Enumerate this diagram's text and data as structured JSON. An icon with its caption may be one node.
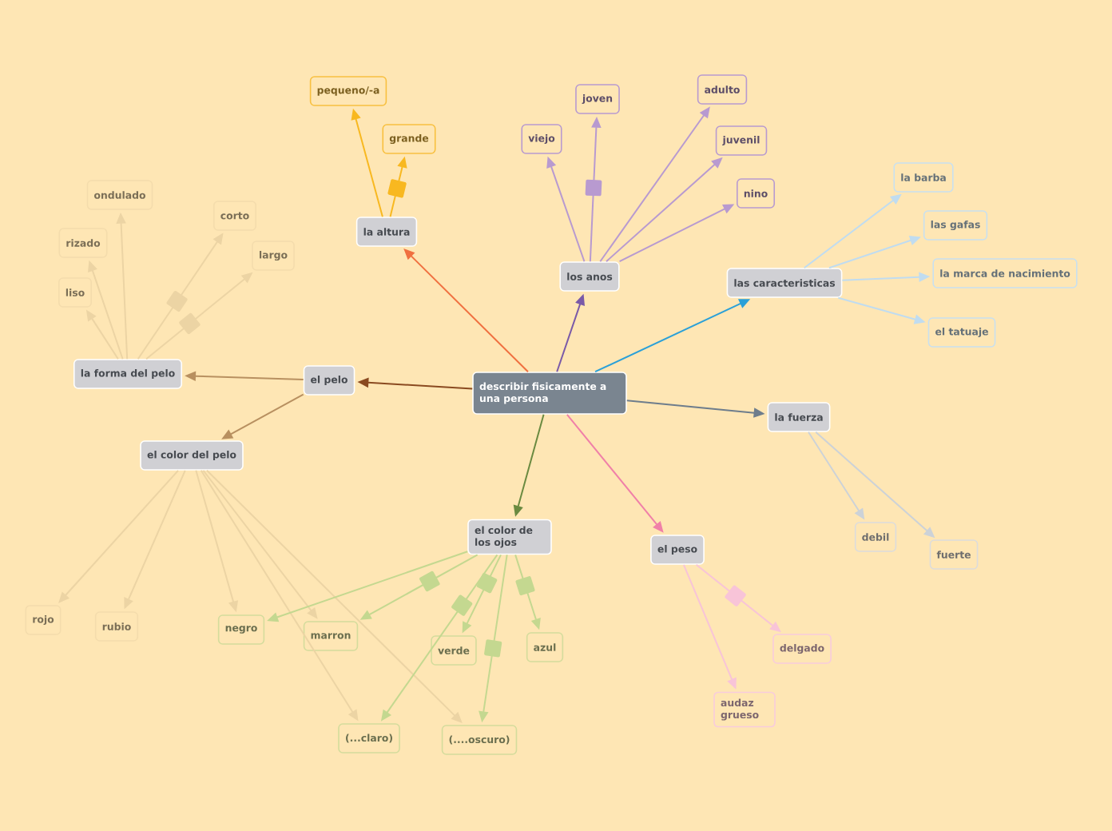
{
  "diagram": {
    "nodes": [
      {
        "text": [
          "describir fisicamente a una persona"
        ]
      },
      {
        "text": [
          "la altura"
        ]
      },
      {
        "text": [
          "pequeno/-a"
        ]
      },
      {
        "text": [
          "grande"
        ]
      },
      {
        "text": [
          "los anos"
        ]
      },
      {
        "text": [
          "viejo"
        ]
      },
      {
        "text": [
          "joven"
        ]
      },
      {
        "text": [
          "adulto"
        ]
      },
      {
        "text": [
          "juvenil"
        ]
      },
      {
        "text": [
          "nino"
        ]
      },
      {
        "text": [
          "las caracteristicas"
        ]
      },
      {
        "text": [
          "la barba"
        ]
      },
      {
        "text": [
          "las gafas"
        ]
      },
      {
        "text": [
          "la marca de nacimiento"
        ]
      },
      {
        "text": [
          "el tatuaje"
        ]
      },
      {
        "text": [
          "el pelo"
        ]
      },
      {
        "text": [
          "la forma del pelo"
        ]
      },
      {
        "text": [
          "liso"
        ]
      },
      {
        "text": [
          "rizado"
        ]
      },
      {
        "text": [
          "ondulado"
        ]
      },
      {
        "text": [
          "corto"
        ]
      },
      {
        "text": [
          "largo"
        ]
      },
      {
        "text": [
          "el color del pelo"
        ]
      },
      {
        "text": [
          "rojo"
        ]
      },
      {
        "text": [
          "rubio"
        ]
      },
      {
        "text": [
          "negro"
        ]
      },
      {
        "text": [
          "marron"
        ]
      },
      {
        "text": [
          "(...claro)"
        ]
      },
      {
        "text": [
          "(....oscuro)"
        ]
      },
      {
        "text": [
          "el color de los ojos"
        ]
      },
      {
        "text": [
          "verde"
        ]
      },
      {
        "text": [
          "azul"
        ]
      },
      {
        "text": [
          "la fuerza"
        ]
      },
      {
        "text": [
          "debil"
        ]
      },
      {
        "text": [
          "fuerte"
        ]
      },
      {
        "text": [
          "el peso"
        ]
      },
      {
        "text": [
          "delgado"
        ]
      },
      {
        "text": [
          "audaz grueso"
        ]
      }
    ],
    "edges": [
      {
        "from": 0,
        "to": 1,
        "arrow": "to",
        "color": "#f07040"
      },
      {
        "from": 0,
        "to": 4,
        "arrow": "to",
        "color": "#7a5aa8"
      },
      {
        "from": 0,
        "to": 10,
        "arrow": "to",
        "color": "#2aa0d8"
      },
      {
        "from": 0,
        "to": 32,
        "arrow": "to",
        "color": "#6e7d8c"
      },
      {
        "from": 0,
        "to": 35,
        "arrow": "to",
        "color": "#f080a8"
      },
      {
        "from": 0,
        "to": 29,
        "arrow": "to",
        "color": "#6a8a40"
      },
      {
        "from": 0,
        "to": 15,
        "arrow": "to",
        "color": "#8a4a20"
      },
      {
        "from": 1,
        "to": 2,
        "arrow": "to",
        "color": "#f8b820"
      },
      {
        "from": 1,
        "to": 3,
        "arrow": "to",
        "color": "#f8b820"
      },
      {
        "from": 4,
        "to": 5,
        "arrow": "to",
        "color": "#b89ad0"
      },
      {
        "from": 4,
        "to": 6,
        "arrow": "to",
        "color": "#b89ad0"
      },
      {
        "from": 4,
        "to": 7,
        "arrow": "to",
        "color": "#b89ad0"
      },
      {
        "from": 4,
        "to": 8,
        "arrow": "to",
        "color": "#b89ad0"
      },
      {
        "from": 4,
        "to": 9,
        "arrow": "to",
        "color": "#b89ad0"
      },
      {
        "from": 10,
        "to": 11,
        "arrow": "to",
        "color": "#c0dcf0"
      },
      {
        "from": 10,
        "to": 12,
        "arrow": "to",
        "color": "#c0dcf0"
      },
      {
        "from": 10,
        "to": 13,
        "arrow": "to",
        "color": "#c0dcf0"
      },
      {
        "from": 10,
        "to": 14,
        "arrow": "to",
        "color": "#c0dcf0"
      },
      {
        "from": 15,
        "to": 16,
        "arrow": "to",
        "color": "#b89060"
      },
      {
        "from": 15,
        "to": 22,
        "arrow": "to",
        "color": "#b89060"
      },
      {
        "from": 16,
        "to": 17,
        "arrow": "to",
        "color": "#ecd4a4"
      },
      {
        "from": 16,
        "to": 18,
        "arrow": "to",
        "color": "#ecd4a4"
      },
      {
        "from": 16,
        "to": 19,
        "arrow": "to",
        "color": "#ecd4a4"
      },
      {
        "from": 16,
        "to": 20,
        "arrow": "to",
        "color": "#ecd4a4"
      },
      {
        "from": 16,
        "to": 21,
        "arrow": "to",
        "color": "#ecd4a4"
      },
      {
        "from": 22,
        "to": 23,
        "arrow": "to",
        "color": "#ecd4a4"
      },
      {
        "from": 22,
        "to": 24,
        "arrow": "to",
        "color": "#ecd4a4"
      },
      {
        "from": 22,
        "to": 25,
        "arrow": "to",
        "color": "#ecd4a4"
      },
      {
        "from": 22,
        "to": 26,
        "arrow": "to",
        "color": "#ecd4a4"
      },
      {
        "from": 22,
        "to": 27,
        "arrow": "to",
        "color": "#ecd4a4"
      },
      {
        "from": 22,
        "to": 28,
        "arrow": "to",
        "color": "#ecd4a4"
      },
      {
        "from": 29,
        "to": 25,
        "arrow": "to",
        "color": "#c4d890"
      },
      {
        "from": 29,
        "to": 26,
        "arrow": "to",
        "color": "#c4d890"
      },
      {
        "from": 29,
        "to": 27,
        "arrow": "to",
        "color": "#c4d890"
      },
      {
        "from": 29,
        "to": 30,
        "arrow": "to",
        "color": "#c4d890"
      },
      {
        "from": 29,
        "to": 28,
        "arrow": "to",
        "color": "#c4d890"
      },
      {
        "from": 29,
        "to": 31,
        "arrow": "to",
        "color": "#c4d890"
      },
      {
        "from": 32,
        "to": 33,
        "arrow": "to",
        "color": "#ccd2d8"
      },
      {
        "from": 32,
        "to": 34,
        "arrow": "to",
        "color": "#ccd2d8"
      },
      {
        "from": 35,
        "to": 36,
        "arrow": "to",
        "color": "#f8c4d8"
      },
      {
        "from": 35,
        "to": 37,
        "arrow": "to",
        "color": "#f8c4d8"
      }
    ]
  }
}
